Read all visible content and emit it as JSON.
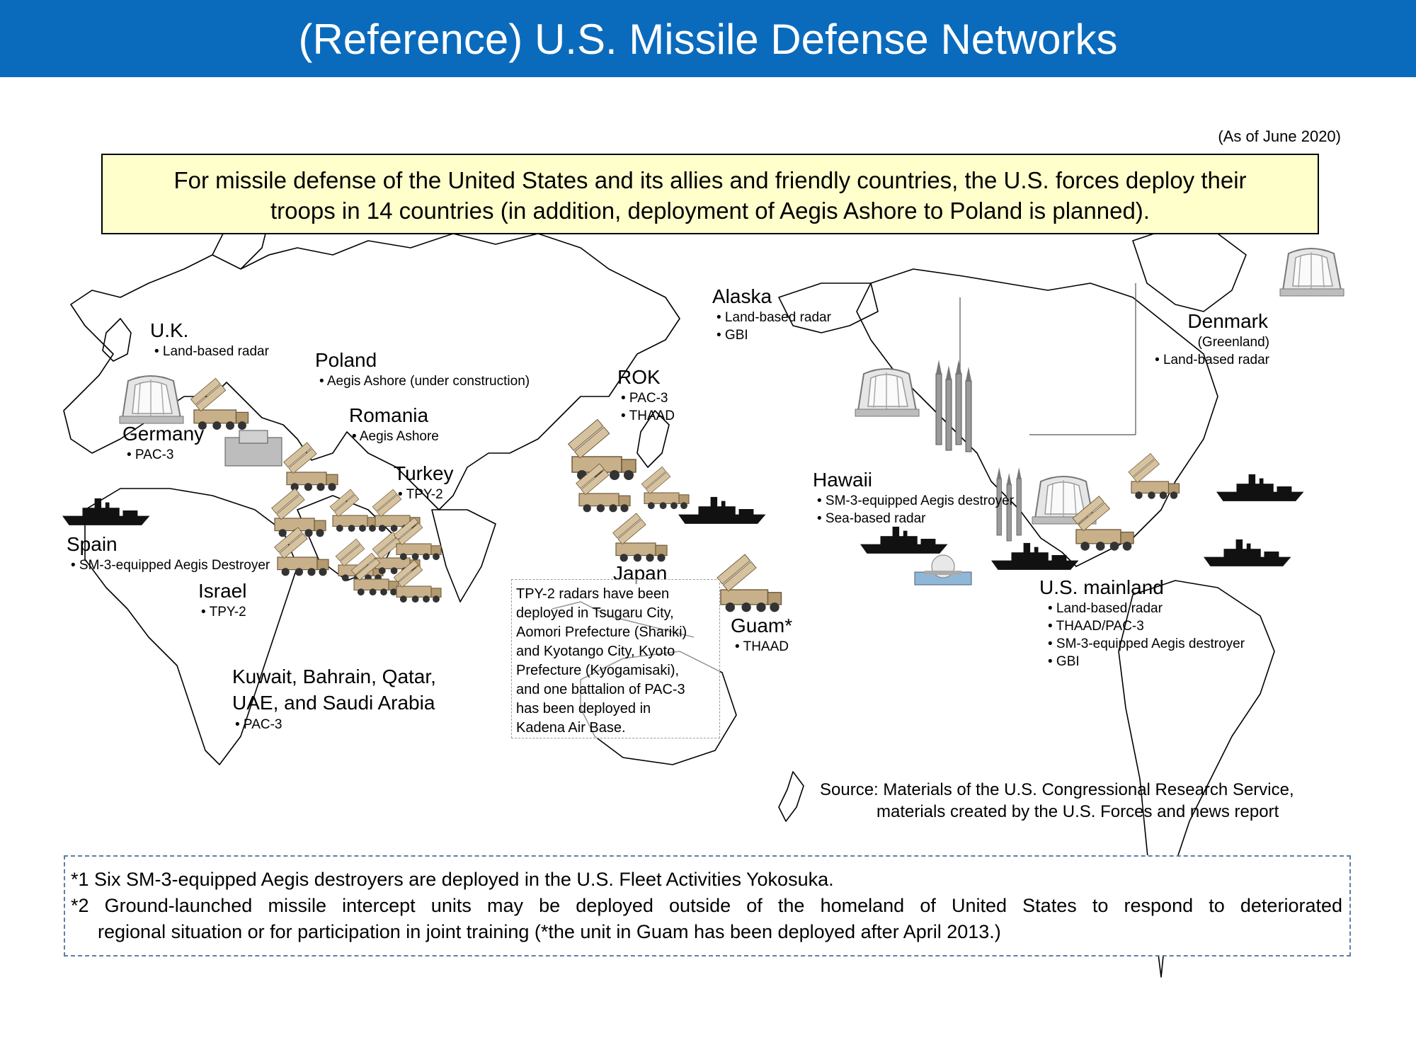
{
  "title": "(Reference) U.S. Missile Defense Networks",
  "as_of": "(As of June 2020)",
  "summary": {
    "line1": "For missile defense of the United States and its allies and friendly countries, the U.S. forces deploy their",
    "line2": "troops in 14 countries (in addition, deployment of Aegis Ashore to Poland is planned)."
  },
  "locations": {
    "uk": {
      "name": "U.K.",
      "items": [
        "• Land-based radar"
      ]
    },
    "poland": {
      "name": "Poland",
      "items": [
        "• Aegis Ashore (under construction)"
      ]
    },
    "germany": {
      "name": "Germany",
      "items": [
        "• PAC-3"
      ]
    },
    "romania": {
      "name": "Romania",
      "items": [
        "• Aegis Ashore"
      ]
    },
    "turkey": {
      "name": "Turkey",
      "items": [
        "• TPY-2"
      ]
    },
    "spain": {
      "name": "Spain",
      "items": [
        "• SM-3-equipped Aegis Destroyer"
      ]
    },
    "israel": {
      "name": "Israel",
      "items": [
        "• TPY-2"
      ]
    },
    "gulf": {
      "name_line1": "Kuwait, Bahrain, Qatar,",
      "name_line2": "UAE, and Saudi Arabia",
      "items": [
        "• PAC-3"
      ]
    },
    "rok": {
      "name": "ROK",
      "items": [
        "• PAC-3",
        "• THAAD"
      ]
    },
    "alaska": {
      "name": "Alaska",
      "items": [
        "• Land-based radar",
        "• GBI"
      ]
    },
    "japan": {
      "name": "Japan"
    },
    "guam": {
      "name": "Guam*",
      "items": [
        "• THAAD"
      ]
    },
    "hawaii": {
      "name": "Hawaii",
      "items": [
        "• SM-3-equipped Aegis destroyer",
        "• Sea-based radar"
      ]
    },
    "denmark": {
      "name": "Denmark",
      "sub": "(Greenland)",
      "items": [
        "• Land-based radar"
      ]
    },
    "us_mainland": {
      "name": "U.S. mainland",
      "items": [
        "• Land-based radar",
        "• THAAD/PAC-3",
        "• SM-3-equipped Aegis destroyer",
        "• GBI"
      ]
    }
  },
  "japan_note": [
    "TPY-2 radars have been",
    "deployed in Tsugaru City,",
    "Aomori Prefecture (Shariki)",
    "and Kyotango City, Kyoto",
    "Prefecture (Kyogamisaki),",
    "and one battalion of PAC-3",
    "has been deployed in",
    "Kadena Air Base."
  ],
  "source": {
    "line1": "Source: Materials of the U.S. Congressional Research Service,",
    "line2": "materials created by the U.S. Forces and news report"
  },
  "footnotes": {
    "n1": "*1 Six SM-3-equipped Aegis destroyers are deployed in the U.S. Fleet Activities Yokosuka.",
    "n2a": "*2 Ground-launched missile intercept units may be deployed outside of the homeland of United States to respond to deteriorated",
    "n2b": "regional situation or for participation in joint training (*the unit in Guam has been deployed after April 2013.)"
  },
  "colors": {
    "header": "#0a6bbd",
    "summary_bg": "#ffffcc",
    "notes_border": "#5d7fa6",
    "vehicle": "#c8b08a"
  },
  "icons": [
    "radar-dome-icon",
    "missile-launcher-icon",
    "destroyer-ship-icon",
    "gbi-missile-icon",
    "aegis-ashore-icon",
    "sea-based-radar-icon"
  ]
}
